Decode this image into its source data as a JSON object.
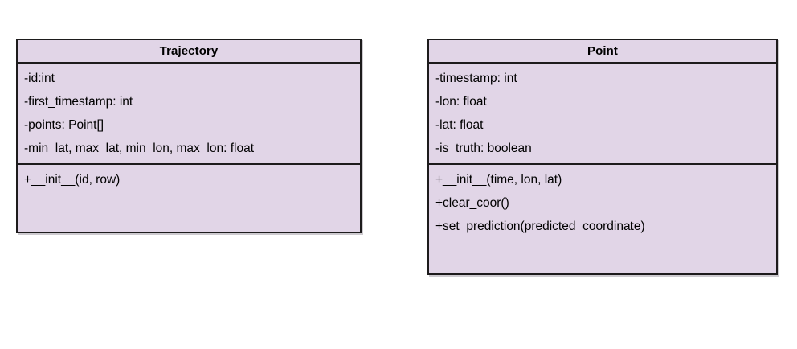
{
  "diagram": {
    "type": "uml-class-diagram",
    "background_color": "#ffffff",
    "class_fill_color": "#e1d5e7",
    "class_border_color": "#1d1b1c",
    "text_color": "#000000"
  },
  "classes": [
    {
      "name": "Trajectory",
      "attributes": [
        "-id:int",
        "-first_timestamp: int",
        "-points: Point[]",
        "-min_lat, max_lat, min_lon, max_lon: float"
      ],
      "methods": [
        "+__init__(id, row)"
      ]
    },
    {
      "name": "Point",
      "attributes": [
        "-timestamp: int",
        "-lon: float",
        "-lat: float",
        "-is_truth: boolean"
      ],
      "methods": [
        "+__init__(time, lon, lat)",
        "+clear_coor()",
        "+set_prediction(predicted_coordinate)"
      ]
    }
  ]
}
